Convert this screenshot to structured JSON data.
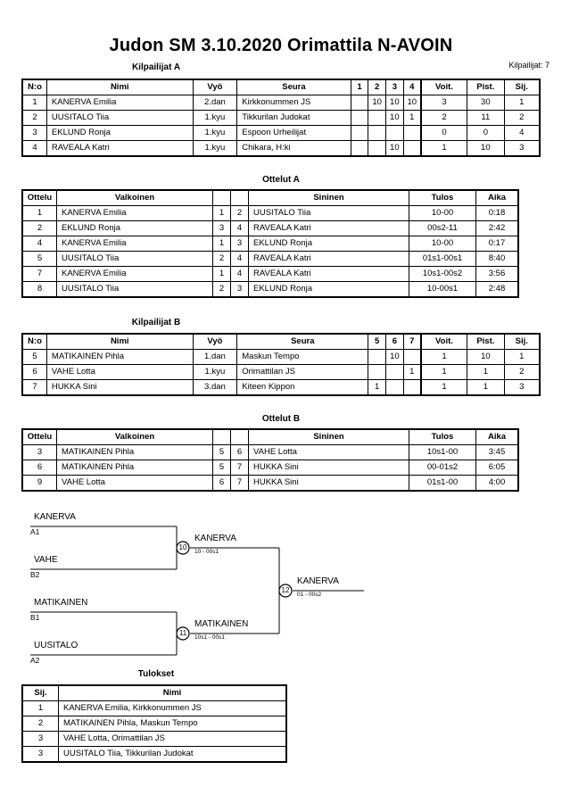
{
  "header": {
    "title": "Judon SM  3.10.2020  Orimattila   N-AVOIN",
    "entrants_label": "Kilpailijat: 7"
  },
  "pool_a": {
    "caption": "Kilpailijat A",
    "columns": [
      "N:o",
      "Nimi",
      "Vyö",
      "Seura",
      "1",
      "2",
      "3",
      "4",
      "Voit.",
      "Pist.",
      "Sij."
    ],
    "rows": [
      {
        "no": "1",
        "name": "KANERVA Emilia",
        "belt": "2.dan",
        "club": "Kirkkonummen JS",
        "m": [
          "",
          "10",
          "10",
          "10"
        ],
        "wins": "3",
        "points": "30",
        "rank": "1"
      },
      {
        "no": "2",
        "name": "UUSITALO Tiia",
        "belt": "1.kyu",
        "club": "Tikkurilan Judokat",
        "m": [
          "",
          "",
          "10",
          "1"
        ],
        "wins": "2",
        "points": "11",
        "rank": "2"
      },
      {
        "no": "3",
        "name": "EKLUND Ronja",
        "belt": "1.kyu",
        "club": "Espoon Urheilijat",
        "m": [
          "",
          "",
          "",
          ""
        ],
        "wins": "0",
        "points": "0",
        "rank": "4"
      },
      {
        "no": "4",
        "name": "RAVEALA Katri",
        "belt": "1.kyu",
        "club": "Chikara, H:ki",
        "m": [
          "",
          "",
          "10",
          ""
        ],
        "wins": "1",
        "points": "10",
        "rank": "3"
      }
    ]
  },
  "matches_a": {
    "caption": "Ottelut A",
    "columns": [
      "Ottelu",
      "Valkoinen",
      "",
      "",
      "Sininen",
      "Tulos",
      "Aika"
    ],
    "rows": [
      {
        "match": "1",
        "white": "KANERVA Emilia",
        "wn": "1",
        "bn": "2",
        "blue": "UUSITALO Tiia",
        "result": "10-00",
        "time": "0:18"
      },
      {
        "match": "2",
        "white": "EKLUND Ronja",
        "wn": "3",
        "bn": "4",
        "blue": "RAVEALA Katri",
        "result": "00s2-11",
        "time": "2:42"
      },
      {
        "match": "4",
        "white": "KANERVA Emilia",
        "wn": "1",
        "bn": "3",
        "blue": "EKLUND Ronja",
        "result": "10-00",
        "time": "0:17"
      },
      {
        "match": "5",
        "white": "UUSITALO Tiia",
        "wn": "2",
        "bn": "4",
        "blue": "RAVEALA Katri",
        "result": "01s1-00s1",
        "time": "8:40"
      },
      {
        "match": "7",
        "white": "KANERVA Emilia",
        "wn": "1",
        "bn": "4",
        "blue": "RAVEALA Katri",
        "result": "10s1-00s2",
        "time": "3:56"
      },
      {
        "match": "8",
        "white": "UUSITALO Tiia",
        "wn": "2",
        "bn": "3",
        "blue": "EKLUND Ronja",
        "result": "10-00s1",
        "time": "2:48"
      }
    ]
  },
  "pool_b": {
    "caption": "Kilpailijat B",
    "columns": [
      "N:o",
      "Nimi",
      "Vyö",
      "Seura",
      "5",
      "6",
      "7",
      "Voit.",
      "Pist.",
      "Sij."
    ],
    "rows": [
      {
        "no": "5",
        "name": "MATIKAINEN Pihla",
        "belt": "1.dan",
        "club": "Maskun Tempo",
        "m": [
          "",
          "10",
          ""
        ],
        "wins": "1",
        "points": "10",
        "rank": "1"
      },
      {
        "no": "6",
        "name": "VAHE Lotta",
        "belt": "1.kyu",
        "club": "Orimattilan JS",
        "m": [
          "",
          "",
          "1"
        ],
        "wins": "1",
        "points": "1",
        "rank": "2"
      },
      {
        "no": "7",
        "name": "HUKKA Sini",
        "belt": "3.dan",
        "club": "Kiteen Kippon",
        "m": [
          "1",
          "",
          ""
        ],
        "wins": "1",
        "points": "1",
        "rank": "3"
      }
    ]
  },
  "matches_b": {
    "caption": "Ottelut B",
    "columns": [
      "Ottelu",
      "Valkoinen",
      "",
      "",
      "Sininen",
      "Tulos",
      "Aika"
    ],
    "rows": [
      {
        "match": "3",
        "white": "MATIKAINEN Pihla",
        "wn": "5",
        "bn": "6",
        "blue": "VAHE Lotta",
        "result": "10s1-00",
        "time": "3:45"
      },
      {
        "match": "6",
        "white": "MATIKAINEN Pihla",
        "wn": "5",
        "bn": "7",
        "blue": "HUKKA Sini",
        "result": "00-01s2",
        "time": "6:05"
      },
      {
        "match": "9",
        "white": "VAHE Lotta",
        "wn": "6",
        "bn": "7",
        "blue": "HUKKA Sini",
        "result": "01s1-00",
        "time": "4:00"
      }
    ]
  },
  "bracket": {
    "entries": [
      {
        "name": "KANERVA",
        "seed": "A1"
      },
      {
        "name": "VAHE",
        "seed": "B2"
      },
      {
        "name": "MATIKAINEN",
        "seed": "B1"
      },
      {
        "name": "UUSITALO",
        "seed": "A2"
      }
    ],
    "semifinals": [
      {
        "number": "10",
        "winner": "KANERVA",
        "score": "10 - 00s1"
      },
      {
        "number": "11",
        "winner": "MATIKAINEN",
        "score": "10s1 - 00s1"
      }
    ],
    "final": {
      "number": "12",
      "winner": "KANERVA",
      "score": "01 - 00s2"
    }
  },
  "results": {
    "caption": "Tulokset",
    "columns": [
      "Sij.",
      "Nimi"
    ],
    "rows": [
      {
        "rank": "1",
        "name": "KANERVA Emilia, Kirkkonummen JS"
      },
      {
        "rank": "2",
        "name": "MATIKAINEN Pihla, Maskun Tempo"
      },
      {
        "rank": "3",
        "name": "VAHE Lotta, Orimattilan JS"
      },
      {
        "rank": "3",
        "name": "UUSITALO Tiia, Tikkurilan Judokat"
      }
    ]
  }
}
